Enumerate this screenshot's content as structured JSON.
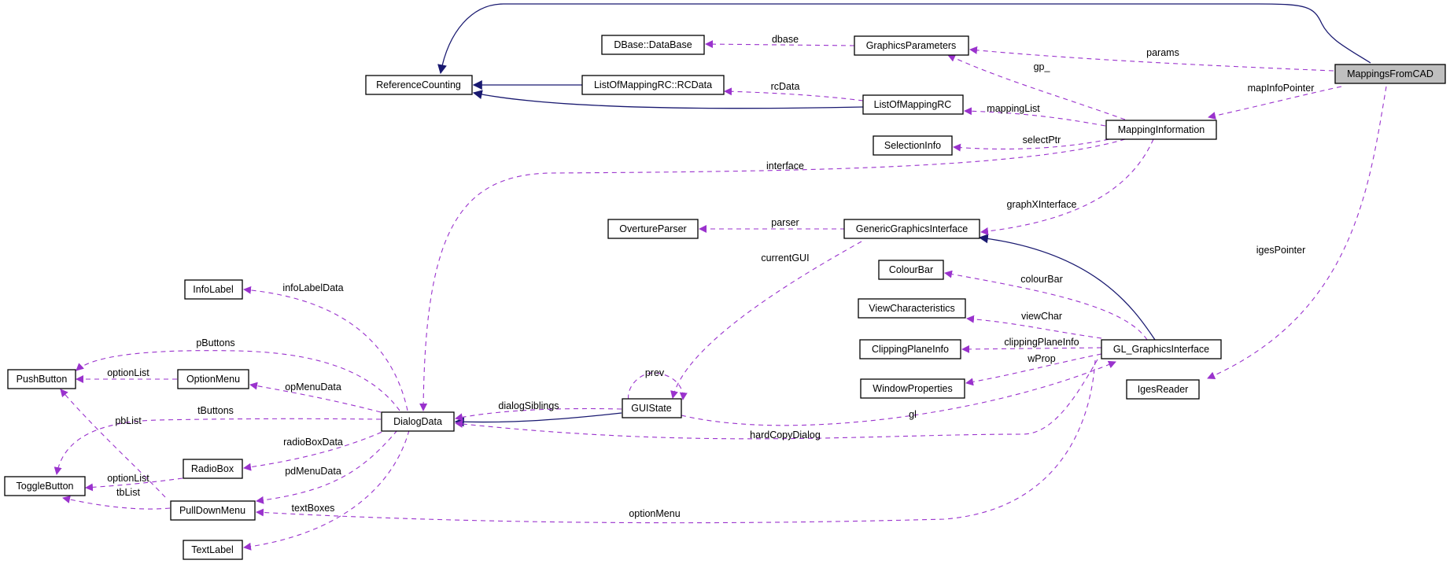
{
  "colors": {
    "use_relation": "#9a32cd",
    "inheritance": "#191970",
    "focus_fill": "#bfbfbf",
    "node_fill": "#ffffff",
    "node_stroke": "#000000"
  },
  "nodes": {
    "mappings_from_cad": "MappingsFromCAD",
    "graphics_parameters": "GraphicsParameters",
    "dbase_database": "DBase::DataBase",
    "reference_counting": "ReferenceCounting",
    "list_of_mapping_rc_rcdata": "ListOfMappingRC::RCData",
    "list_of_mapping_rc": "ListOfMappingRC",
    "mapping_information": "MappingInformation",
    "selection_info": "SelectionInfo",
    "overture_parser": "OvertureParser",
    "generic_graphics_interface": "GenericGraphicsInterface",
    "colour_bar": "ColourBar",
    "view_characteristics": "ViewCharacteristics",
    "clipping_plane_info": "ClippingPlaneInfo",
    "window_properties": "WindowProperties",
    "gl_graphics_interface": "GL_GraphicsInterface",
    "iges_reader": "IgesReader",
    "info_label": "InfoLabel",
    "push_button": "PushButton",
    "option_menu": "OptionMenu",
    "dialog_data": "DialogData",
    "gui_state": "GUIState",
    "toggle_button": "ToggleButton",
    "radio_box": "RadioBox",
    "pull_down_menu": "PullDownMenu",
    "text_label": "TextLabel"
  },
  "edge_labels": {
    "dbase": "dbase",
    "params": "params",
    "gp": "gp_",
    "rc_data": "rcData",
    "map_info_pointer": "mapInfoPointer",
    "mapping_list": "mappingList",
    "select_ptr": "selectPtr",
    "interface": "interface",
    "graph_x_interface": "graphXInterface",
    "parser": "parser",
    "current_gui": "currentGUI",
    "igs_pointer": "igesPointer",
    "colour_bar": "colourBar",
    "view_char": "viewChar",
    "clipping_plane_info": "clippingPlaneInfo",
    "w_prop": "wProp",
    "prev": "prev",
    "info_label_data": "infoLabelData",
    "p_buttons": "pButtons",
    "option_list_push": "optionList",
    "op_menu_data": "opMenuData",
    "dialog_siblings": "dialogSiblings",
    "t_buttons": "tButtons",
    "pb_list": "pbList",
    "gl": "gl",
    "hard_copy_dialog": "hardCopyDialog",
    "radio_box_data": "radioBoxData",
    "option_list_toggle": "optionList",
    "tb_list": "tbList",
    "pd_menu_data": "pdMenuData",
    "text_boxes": "textBoxes",
    "option_menu": "optionMenu"
  }
}
